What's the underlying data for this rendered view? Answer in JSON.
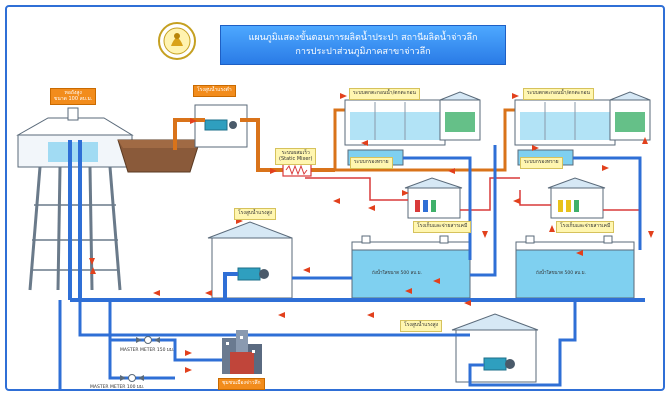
{
  "title": {
    "line1": "แผนภูมิแสดงขั้นตอนการผลิตน้ำประปา สถานีผลิตน้ำจ่าวลึก",
    "line2": "การประปาส่วนภูมิภาคสาขาจ่าวลึก"
  },
  "labels": {
    "elevated_tank": "หอถังสูง\nขนาด 100 ลบ.ม.",
    "raw_pump_station": "โรงสูบน้ำแรงต่ำ",
    "static_mixer": "ระบบผสมเร็ว\n(Static Mixer)",
    "sedimentation_1": "ระบบตกตะกอนน้ำ/ตกตะกอน",
    "sedimentation_2": "ระบบตกตะกอนน้ำ/ตกตะกอน",
    "filter_1": "ระบบกรองทราย",
    "filter_2": "ระบบกรองทราย",
    "chemical_house_1": "โรงเก็บและจ่ายสารเคมี",
    "chemical_house_2": "โรงเก็บและจ่ายสารเคมี",
    "high_lift_pump_1": "โรงสูบน้ำแรงสูง",
    "high_lift_pump_2": "โรงสูบน้ำแรงสูง",
    "clear_water_tank_1": "ถังน้ำใสขนาด 500 ลบ.ม.",
    "clear_water_tank_2": "ถังน้ำใสขนาด 500 ลบ.ม.",
    "master_meter_1": "MASTER METER 150 มม.",
    "master_meter_2": "MASTER METER 100 มม.",
    "community": "ชุมชนเมืองจ่าวลึก"
  },
  "colors": {
    "raw_pipe": "#d9731a",
    "clean_pipe": "#2f6fd6",
    "chem_pipe": "#d93a3a",
    "water_fill": "#7fd0f0",
    "arrow": "#e2401c"
  },
  "icons": {
    "logo": "emblem-logo",
    "building": "city-buildings-icon"
  }
}
